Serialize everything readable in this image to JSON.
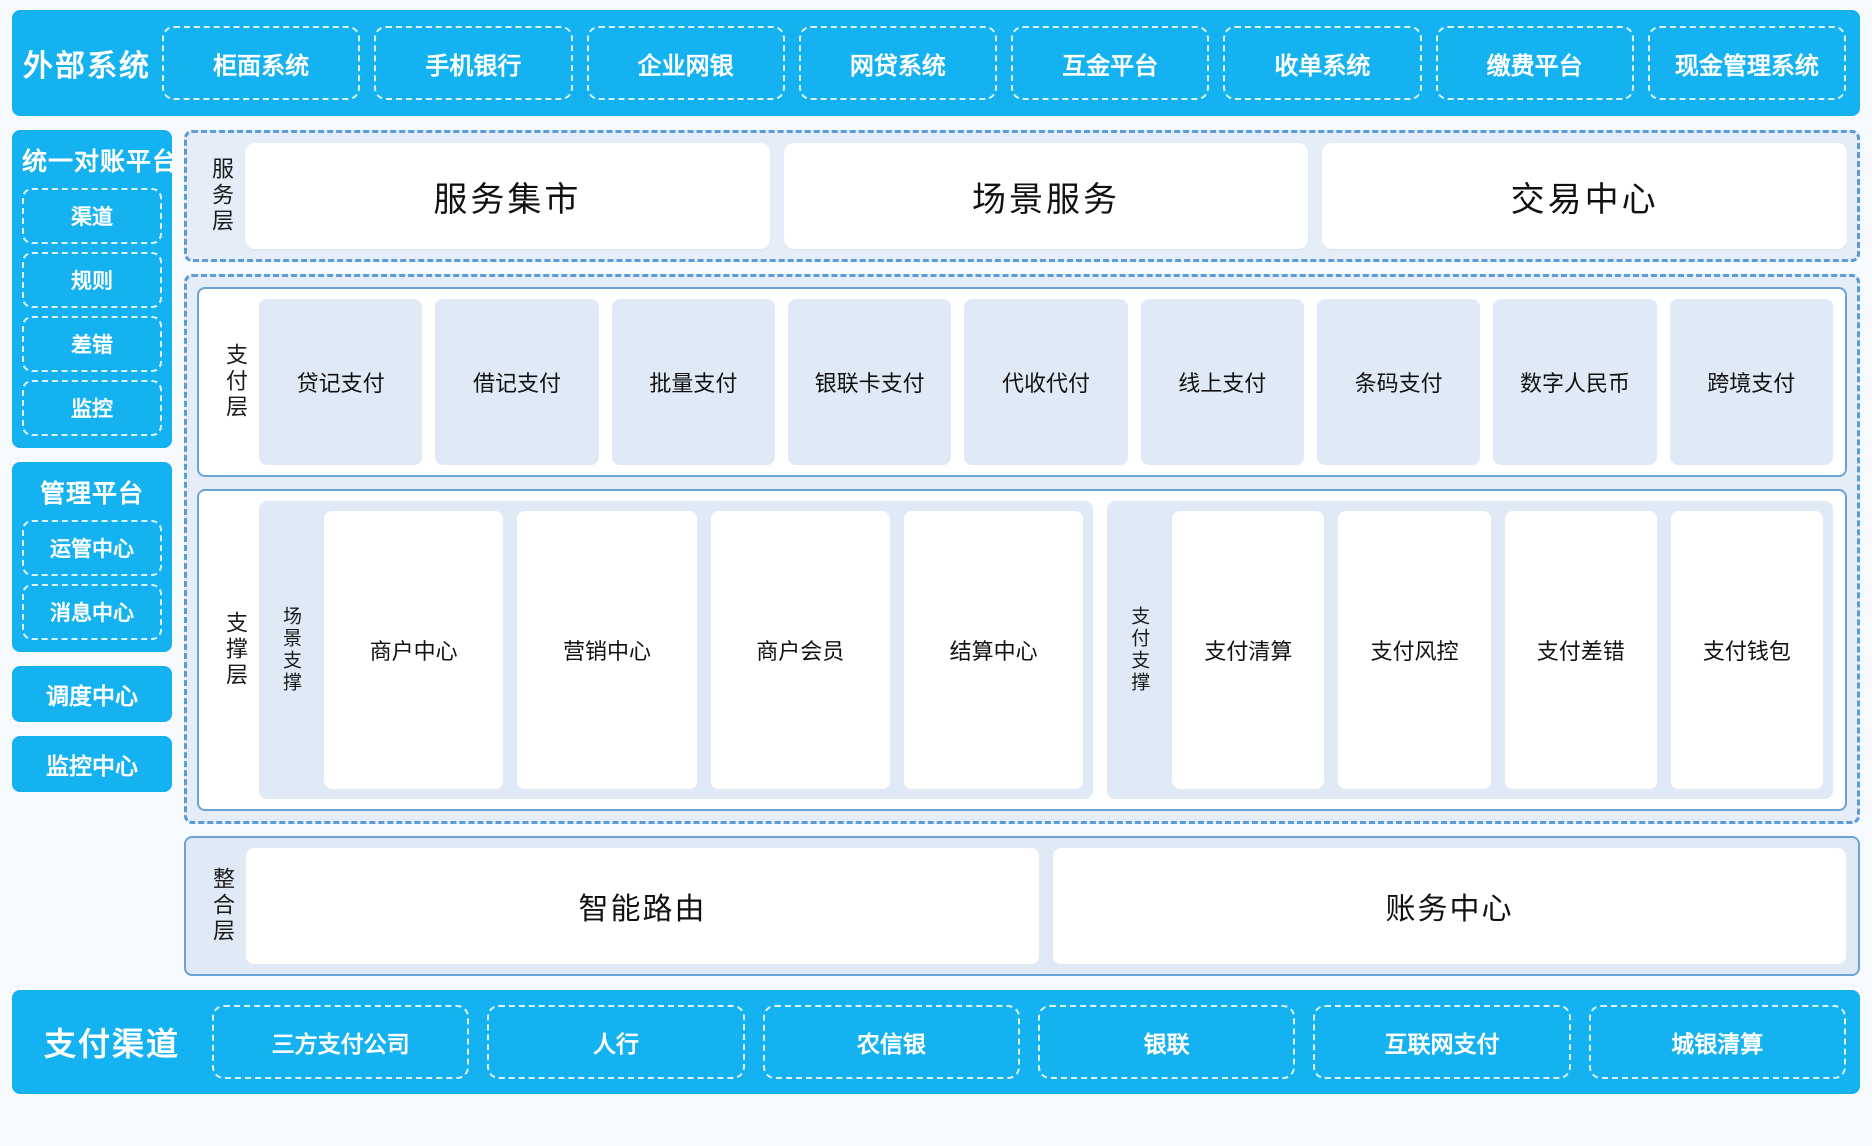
{
  "external": {
    "title": "外部系统",
    "items": [
      "柜面系统",
      "手机银行",
      "企业网银",
      "网贷系统",
      "互金平台",
      "收单系统",
      "缴费平台",
      "现金管理系统"
    ]
  },
  "left_rail": {
    "reconciliation": {
      "title": "统一对账平台",
      "items": [
        "渠道",
        "规则",
        "差错",
        "监控"
      ]
    },
    "management": {
      "title": "管理平台",
      "items": [
        "运管中心",
        "消息中心"
      ]
    },
    "standalone": [
      "调度中心",
      "监控中心"
    ]
  },
  "service_layer": {
    "label": "服务层",
    "items": [
      "服务集市",
      "场景服务",
      "交易中心"
    ]
  },
  "payment_layer": {
    "label": "支付层",
    "items": [
      "贷记支付",
      "借记支付",
      "批量支付",
      "银联卡支付",
      "代收代付",
      "线上支付",
      "条码支付",
      "数字人民币",
      "跨境支付"
    ]
  },
  "support_layer": {
    "label": "支撑层",
    "scene_support": {
      "label": "场景支撑",
      "items": [
        "商户中心",
        "营销中心",
        "商户会员",
        "结算中心"
      ]
    },
    "payment_support": {
      "label": "支付支撑",
      "items": [
        "支付清算",
        "支付风控",
        "支付差错",
        "支付钱包"
      ]
    }
  },
  "integration_layer": {
    "label": "整合层",
    "items": [
      "智能路由",
      "账务中心"
    ]
  },
  "channels": {
    "title": "支付渠道",
    "items": [
      "三方支付公司",
      "人行",
      "农信银",
      "银联",
      "互联网支付",
      "城银清算"
    ]
  },
  "colors": {
    "brand_blue": "#14b2f0",
    "group_border": "#5a9bd8",
    "group_fill": "#e4edf8",
    "card_fill": "#e0eaf6",
    "box_border": "#6ba3d6",
    "page_bg": "#f7fafd"
  }
}
